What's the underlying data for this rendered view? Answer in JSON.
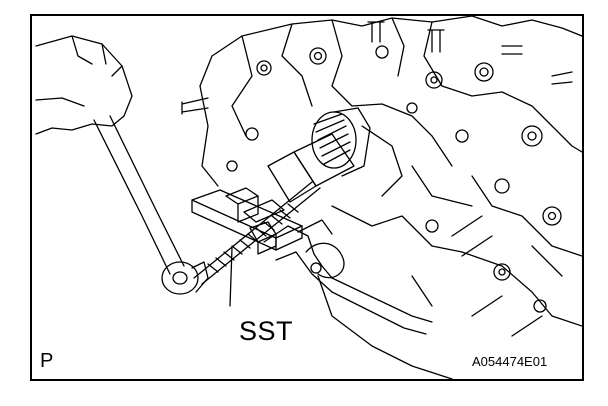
{
  "figure": {
    "callout_label": "SST",
    "corner_letter": "P",
    "figure_code": "A054474E01"
  },
  "colors": {
    "line": "#000000",
    "background": "#ffffff"
  }
}
